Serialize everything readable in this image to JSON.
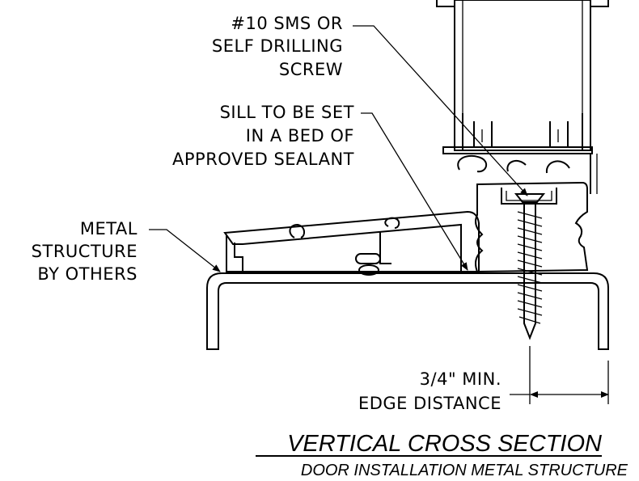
{
  "notes": {
    "screw": [
      "#10 SMS OR",
      "SELF DRILLING",
      "SCREW"
    ],
    "sill": [
      "SILL TO BE SET",
      "IN A BED OF",
      "APPROVED SEALANT"
    ],
    "structure": [
      "METAL",
      "STRUCTURE",
      "BY OTHERS"
    ],
    "edge": [
      "3/4\" MIN.",
      "EDGE DISTANCE"
    ]
  },
  "title": "VERTICAL CROSS SECTION",
  "subtitle": "DOOR INSTALLATION METAL STRUCTURE"
}
